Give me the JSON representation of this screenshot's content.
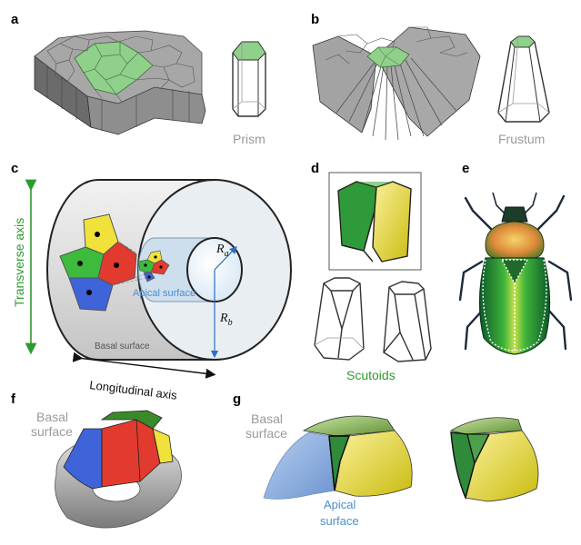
{
  "panels": {
    "a": {
      "label": "a",
      "caption": "Prism"
    },
    "b": {
      "label": "b",
      "caption": "Frustum"
    },
    "c": {
      "label": "c",
      "transverse_axis": "Transverse axis",
      "longitudinal_axis": "Longitudinal axis",
      "apical_surface": "Apical surface",
      "basal_surface": "Basal surface",
      "radius_apical": "Ra",
      "radius_basal": "Rb"
    },
    "d": {
      "label": "d",
      "caption": "Scutoids"
    },
    "e": {
      "label": "e"
    },
    "f": {
      "label": "f",
      "basal_line1": "Basal",
      "basal_line2": "surface"
    },
    "g": {
      "label": "g",
      "basal_line1": "Basal",
      "basal_line2": "surface",
      "apical_line1": "Apical",
      "apical_line2": "surface"
    }
  },
  "colors": {
    "green": "#8fd08a",
    "gray": "#8c8c8c",
    "red": "#e23a2e",
    "yellow": "#f0e23a",
    "blue": "#3f63d8",
    "scutoid_green": "#2f9a3a",
    "caption_green": "#2e9a2e",
    "caption_blue": "#4a8fd0"
  }
}
